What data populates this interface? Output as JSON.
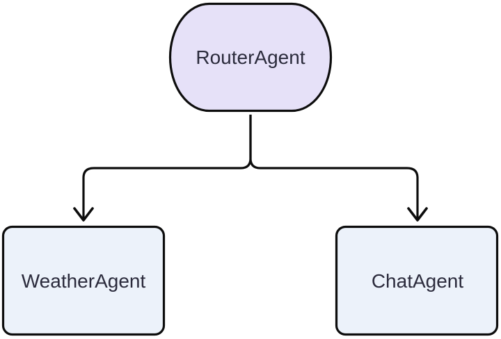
{
  "diagram": {
    "type": "flowchart-top-down",
    "colors": {
      "background": "#ffffff",
      "line": "#0d0d0d",
      "text": "#2b2b3c"
    },
    "nodes": [
      {
        "id": "router",
        "label": "RouterAgent",
        "shape": "stadium",
        "fill": "#e6e1f8"
      },
      {
        "id": "weather",
        "label": "WeatherAgent",
        "shape": "rounded-rectangle",
        "fill": "#ecf2fa"
      },
      {
        "id": "chat",
        "label": "ChatAgent",
        "shape": "rounded-rectangle",
        "fill": "#ecf2fa"
      }
    ],
    "edges": [
      {
        "from": "RouterAgent",
        "to": "WeatherAgent",
        "style": "solid",
        "arrowhead": "vee"
      },
      {
        "from": "RouterAgent",
        "to": "ChatAgent",
        "style": "solid",
        "arrowhead": "vee"
      }
    ]
  }
}
